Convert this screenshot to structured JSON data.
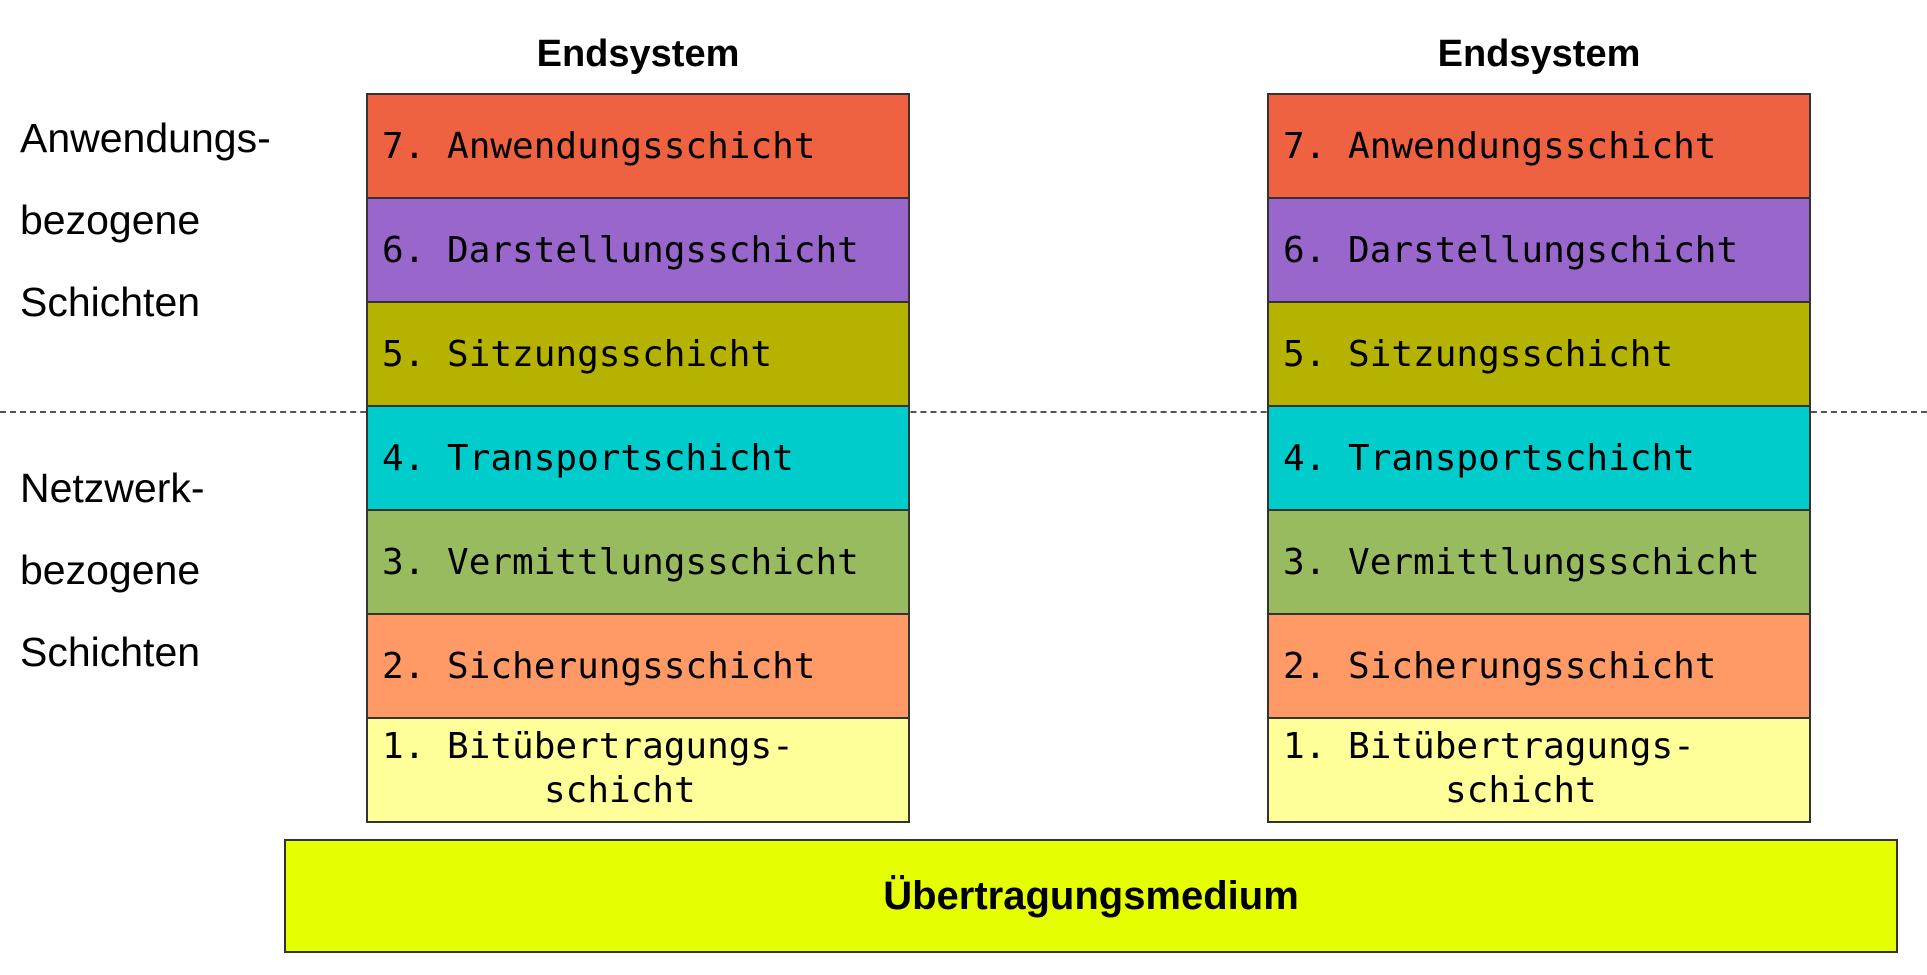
{
  "headings": {
    "left": "Endsystem",
    "right": "Endsystem"
  },
  "side_labels": {
    "application": "Anwendungs-\nbezogene\nSchichten",
    "network": "Netzwerk-\nbezogene\nSchichten"
  },
  "left_stack": [
    {
      "label": "7. Anwendungsschicht",
      "color": "#EE6242"
    },
    {
      "label": "6. Darstellungsschicht",
      "color": "#9966CC"
    },
    {
      "label": "5. Sitzungsschicht",
      "color": "#B5B300"
    },
    {
      "label": "4. Transportschicht",
      "color": "#00CCCC"
    },
    {
      "label": "3. Vermittlungsschicht",
      "color": "#99BB60"
    },
    {
      "label": "2. Sicherungsschicht",
      "color": "#FF9966"
    },
    {
      "label_line1": "1. Bitübertragungs-",
      "label_line2": "schicht",
      "color": "#FFFF99"
    }
  ],
  "right_stack": [
    {
      "label": "7. Anwendungsschicht",
      "color": "#EE6242"
    },
    {
      "label": "6. Darstellungschicht",
      "color": "#9966CC"
    },
    {
      "label": "5. Sitzungsschicht",
      "color": "#B5B300"
    },
    {
      "label": "4. Transportschicht",
      "color": "#00CCCC"
    },
    {
      "label": "3. Vermittlungsschicht",
      "color": "#99BB60"
    },
    {
      "label": "2. Sicherungsschicht",
      "color": "#FF9966"
    },
    {
      "label_line1": "1. Bitübertragungs-",
      "label_line2": "schicht",
      "color": "#FFFF99"
    }
  ],
  "medium": {
    "label": "Übertragungsmedium",
    "color": "#E5FF00"
  }
}
